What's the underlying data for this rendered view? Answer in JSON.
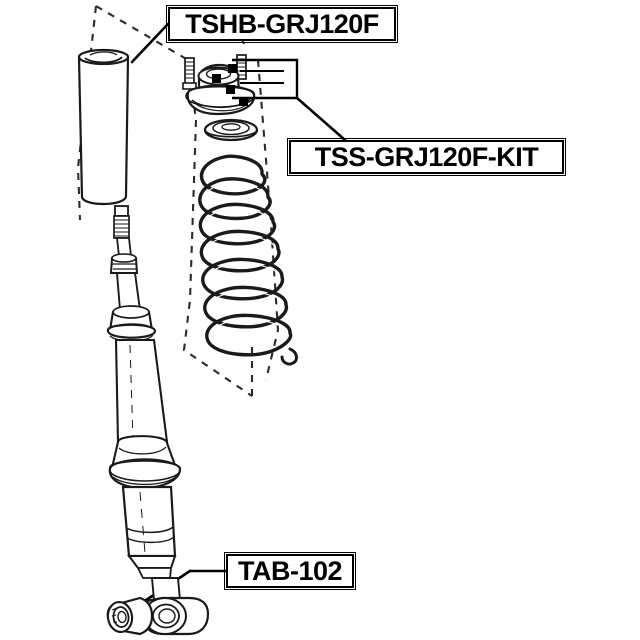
{
  "diagram": {
    "title": "Toyota GRJ120 front suspension strut exploded parts diagram",
    "background_color": "#ffffff",
    "line_color": "#1a1a1a",
    "callouts": [
      {
        "id": "tshb",
        "label": "TSHB-GRJ120F",
        "part": "strut dust cover / bump stop boot",
        "points_to": "dust-cover"
      },
      {
        "id": "tss",
        "label": "TSS-GRJ120F-KIT",
        "part": "strut mount kit with coil spring and bearing seat",
        "points_to": "strut-mount"
      },
      {
        "id": "tab",
        "label": "TAB-102",
        "part": "lower shock absorber bushing",
        "points_to": "lower-bushing"
      }
    ],
    "parts": [
      {
        "name": "dust-cover",
        "description": "cylindrical rubber dust boot"
      },
      {
        "name": "strut-mount",
        "description": "upper strut mount with studs"
      },
      {
        "name": "spring-seat-bearing",
        "description": "upper spring seat bearing ring"
      },
      {
        "name": "coil-spring",
        "description": "coil spring, 7 coils"
      },
      {
        "name": "shock-absorber",
        "description": "shock absorber strut body with piston rod"
      },
      {
        "name": "lower-bushing",
        "description": "rubber mounting bushing"
      },
      {
        "name": "lower-eye-mount",
        "description": "lower shock eye mount"
      }
    ]
  }
}
